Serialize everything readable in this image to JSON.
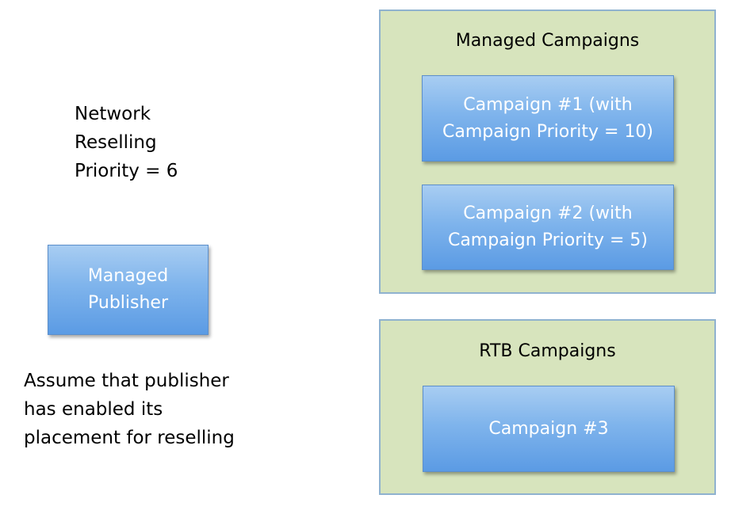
{
  "network_priority": {
    "lines": [
      "Network",
      "Reselling",
      "Priority = 6"
    ]
  },
  "publisher": {
    "lines": [
      "Managed",
      "Publisher"
    ]
  },
  "assumption": {
    "lines": [
      "Assume that publisher",
      "has enabled its",
      "placement for reselling"
    ]
  },
  "managed_campaigns": {
    "title": "Managed Campaigns",
    "campaigns": [
      {
        "lines": [
          "Campaign #1 (with",
          "Campaign Priority = 10)"
        ]
      },
      {
        "lines": [
          "Campaign #2 (with",
          "Campaign Priority = 5)"
        ]
      }
    ]
  },
  "rtb_campaigns": {
    "title": "RTB Campaigns",
    "campaigns": [
      {
        "lines": [
          "Campaign #3"
        ]
      }
    ]
  },
  "colors": {
    "group_fill": "#d7e4bd",
    "group_border": "#8fb2cf",
    "box_gradient_top": "#a8cdf2",
    "box_gradient_bottom": "#5b9be4",
    "box_text": "#ffffff"
  }
}
